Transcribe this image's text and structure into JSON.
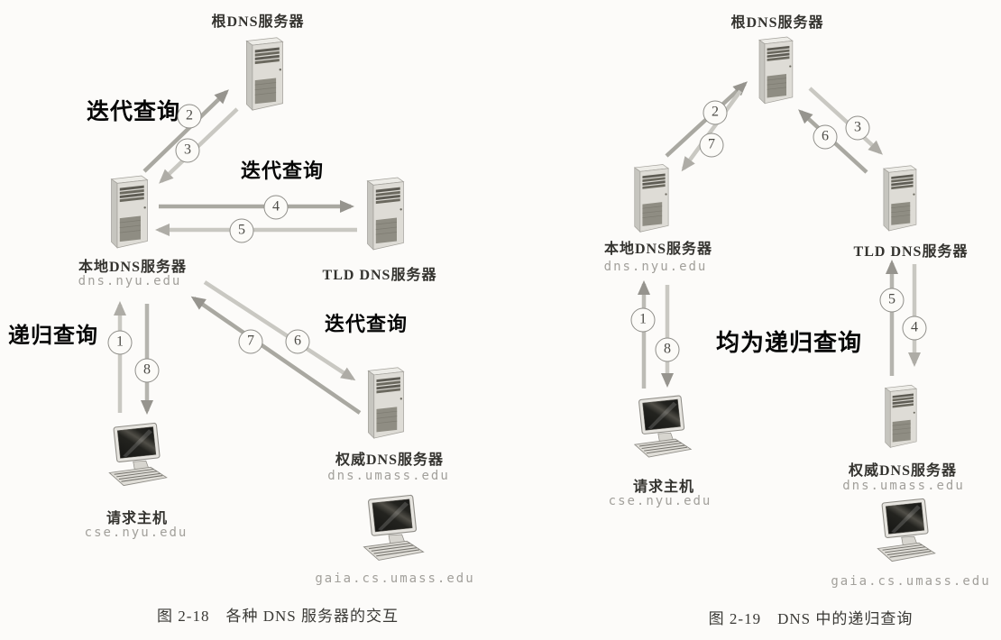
{
  "page": {
    "background": "#fcfbf9",
    "description_colors": {
      "annotation_text": "#060606",
      "node_label_text": "#34332f",
      "hostname_text": "#a2a09b",
      "arrow_dark": "#a9a8a1",
      "arrow_light": "#c9c8c2",
      "circle_border": "#8f8e89",
      "circle_text": "#4c4b46"
    }
  },
  "figures": [
    {
      "id": "fig-2-18",
      "caption": "图 2-18　各种 DNS 服务器的交互",
      "nodes": {
        "root": {
          "label": "根DNS服务器",
          "icon": "server-tower-icon"
        },
        "local": {
          "label": "本地DNS服务器",
          "hostname": "dns.nyu.edu",
          "icon": "server-tower-icon"
        },
        "tld": {
          "label": "TLD DNS服务器",
          "icon": "server-tower-icon"
        },
        "auth": {
          "label": "权威DNS服务器",
          "hostname": "dns.umass.edu",
          "icon": "server-tower-icon"
        },
        "host": {
          "label": "请求主机",
          "hostname": "cse.nyu.edu",
          "icon": "desktop-computer-icon"
        },
        "gaia": {
          "hostname": "gaia.cs.umass.edu",
          "icon": "desktop-computer-icon"
        }
      },
      "annotations": {
        "iterative_root": "迭代查询",
        "iterative_tld": "迭代查询",
        "iterative_auth": "迭代查询",
        "recursive_host": "递归查询"
      },
      "steps": [
        "1",
        "2",
        "3",
        "4",
        "5",
        "6",
        "7",
        "8"
      ]
    },
    {
      "id": "fig-2-19",
      "caption": "图 2-19　DNS 中的递归查询",
      "nodes": {
        "root": {
          "label": "根DNS服务器",
          "icon": "server-tower-icon"
        },
        "local": {
          "label": "本地DNS服务器",
          "hostname": "dns.nyu.edu",
          "icon": "server-tower-icon"
        },
        "tld": {
          "label": "TLD DNS服务器",
          "icon": "server-tower-icon"
        },
        "auth": {
          "label": "权威DNS服务器",
          "hostname": "dns.umass.edu",
          "icon": "server-tower-icon"
        },
        "host": {
          "label": "请求主机",
          "hostname": "cse.nyu.edu",
          "icon": "desktop-computer-icon"
        },
        "gaia": {
          "hostname": "gaia.cs.umass.edu",
          "icon": "desktop-computer-icon"
        }
      },
      "annotations": {
        "all_recursive": "均为递归查询"
      },
      "steps": [
        "1",
        "2",
        "3",
        "4",
        "5",
        "6",
        "7",
        "8"
      ]
    }
  ]
}
